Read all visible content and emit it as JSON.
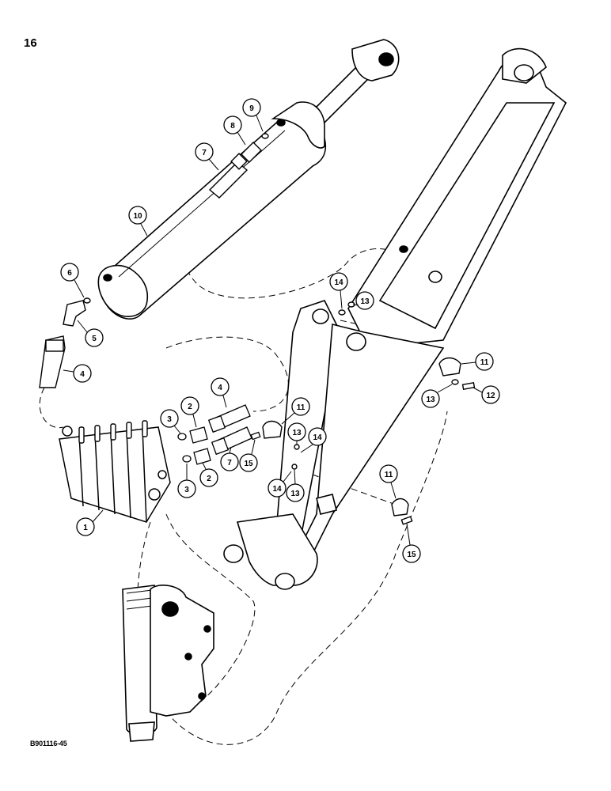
{
  "page_number": "16",
  "drawing_code": "B901116-45",
  "callouts": [
    {
      "id": "c1",
      "label": "1"
    },
    {
      "id": "c2a",
      "label": "2"
    },
    {
      "id": "c2b",
      "label": "2"
    },
    {
      "id": "c3a",
      "label": "3"
    },
    {
      "id": "c3b",
      "label": "3"
    },
    {
      "id": "c4a",
      "label": "4"
    },
    {
      "id": "c4b",
      "label": "4"
    },
    {
      "id": "c5",
      "label": "5"
    },
    {
      "id": "c6",
      "label": "6"
    },
    {
      "id": "c7a",
      "label": "7"
    },
    {
      "id": "c7b",
      "label": "7"
    },
    {
      "id": "c8",
      "label": "8"
    },
    {
      "id": "c9",
      "label": "9"
    },
    {
      "id": "c10",
      "label": "10"
    },
    {
      "id": "c11a",
      "label": "11"
    },
    {
      "id": "c11b",
      "label": "11"
    },
    {
      "id": "c11c",
      "label": "11"
    },
    {
      "id": "c12",
      "label": "12"
    },
    {
      "id": "c13a",
      "label": "13"
    },
    {
      "id": "c13b",
      "label": "13"
    },
    {
      "id": "c13c",
      "label": "13"
    },
    {
      "id": "c13d",
      "label": "13"
    },
    {
      "id": "c14a",
      "label": "14"
    },
    {
      "id": "c14b",
      "label": "14"
    },
    {
      "id": "c14c",
      "label": "14"
    },
    {
      "id": "c15a",
      "label": "15"
    },
    {
      "id": "c15b",
      "label": "15"
    }
  ]
}
